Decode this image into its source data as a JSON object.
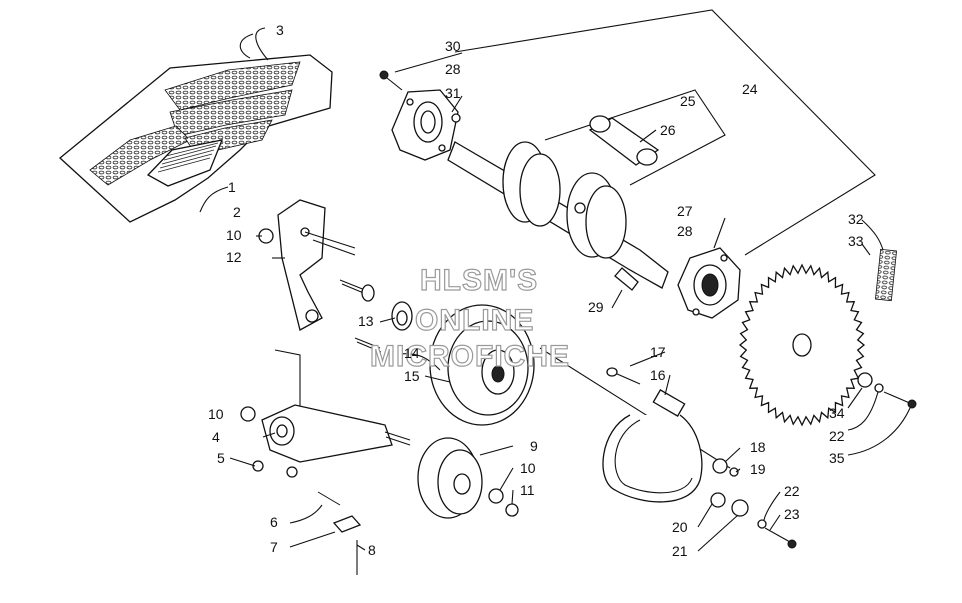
{
  "watermark": {
    "line1": "HLSM'S",
    "line2": "ONLINE",
    "line3": "MICROFICHE"
  },
  "callouts": [
    {
      "id": "c1",
      "text": "1"
    },
    {
      "id": "c2",
      "text": "2"
    },
    {
      "id": "c3",
      "text": "3"
    },
    {
      "id": "c4",
      "text": "4"
    },
    {
      "id": "c5",
      "text": "5"
    },
    {
      "id": "c6",
      "text": "6"
    },
    {
      "id": "c7",
      "text": "7"
    },
    {
      "id": "c8",
      "text": "8"
    },
    {
      "id": "c9",
      "text": "9"
    },
    {
      "id": "c10a",
      "text": "10"
    },
    {
      "id": "c10b",
      "text": "10"
    },
    {
      "id": "c10c",
      "text": "10"
    },
    {
      "id": "c11",
      "text": "11"
    },
    {
      "id": "c12",
      "text": "12"
    },
    {
      "id": "c13",
      "text": "13"
    },
    {
      "id": "c14",
      "text": "14"
    },
    {
      "id": "c15",
      "text": "15"
    },
    {
      "id": "c16",
      "text": "16"
    },
    {
      "id": "c17",
      "text": "17"
    },
    {
      "id": "c18",
      "text": "18"
    },
    {
      "id": "c19",
      "text": "19"
    },
    {
      "id": "c20",
      "text": "20"
    },
    {
      "id": "c21",
      "text": "21"
    },
    {
      "id": "c22a",
      "text": "22"
    },
    {
      "id": "c22b",
      "text": "22"
    },
    {
      "id": "c23",
      "text": "23"
    },
    {
      "id": "c24",
      "text": "24"
    },
    {
      "id": "c25",
      "text": "25"
    },
    {
      "id": "c26",
      "text": "26"
    },
    {
      "id": "c27",
      "text": "27"
    },
    {
      "id": "c28a",
      "text": "28"
    },
    {
      "id": "c28b",
      "text": "28"
    },
    {
      "id": "c29",
      "text": "29"
    },
    {
      "id": "c30",
      "text": "30"
    },
    {
      "id": "c31",
      "text": "31"
    },
    {
      "id": "c32",
      "text": "32"
    },
    {
      "id": "c33",
      "text": "33"
    },
    {
      "id": "c34",
      "text": "34"
    },
    {
      "id": "c35",
      "text": "35"
    }
  ]
}
